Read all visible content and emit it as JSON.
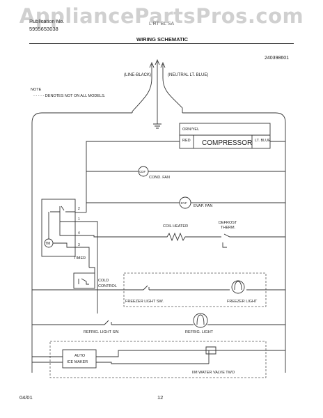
{
  "header": {
    "watermark": "AppliancePartsPros.com",
    "publication_no": "Publication No.",
    "part_no": "5995653038",
    "model_fragment": "L RT  BL  SA",
    "title": "WIRING SCHEMATIC",
    "doc_id": "240398601"
  },
  "note": {
    "label": "NOTE",
    "text": "- - - - - DENOTES NOT ON ALL MODELS."
  },
  "power": {
    "line_label": "(LINE-BLACK)",
    "neutral_label": "(NEUTRAL LT. BLUE)"
  },
  "compressor": {
    "name": "COMPRESSOR",
    "wire_orn": "ORN/YEL",
    "wire_red": "RED",
    "wire_blue": "LT. BLUE"
  },
  "components": {
    "cond_fan": "COND. FAN",
    "evap_fan": "EVAP. FAN",
    "coil_heater": "COIL HEATER",
    "defrost_therm_1": "DEFROST",
    "defrost_therm_2": "THERM.",
    "timer": "TIMER",
    "timer_motor": "TM",
    "timer_terminals": [
      "2",
      "1",
      "4",
      "3"
    ],
    "cold_control_1": "COLD",
    "cold_control_2": "CONTROL",
    "freezer_light_sw": "FREEZER LIGHT SW.",
    "freezer_light": "FREEZER LIGHT",
    "refrig_light_sw": "REFRIG. LIGHT SW.",
    "refrig_light": "REFRIG. LIGHT",
    "ice_maker_1": "AUTO",
    "ice_maker_2": "ICE MAKER",
    "water_valve": "I/M WATER VALVE TWO"
  },
  "footer": {
    "date": "04/01",
    "page": "12"
  }
}
